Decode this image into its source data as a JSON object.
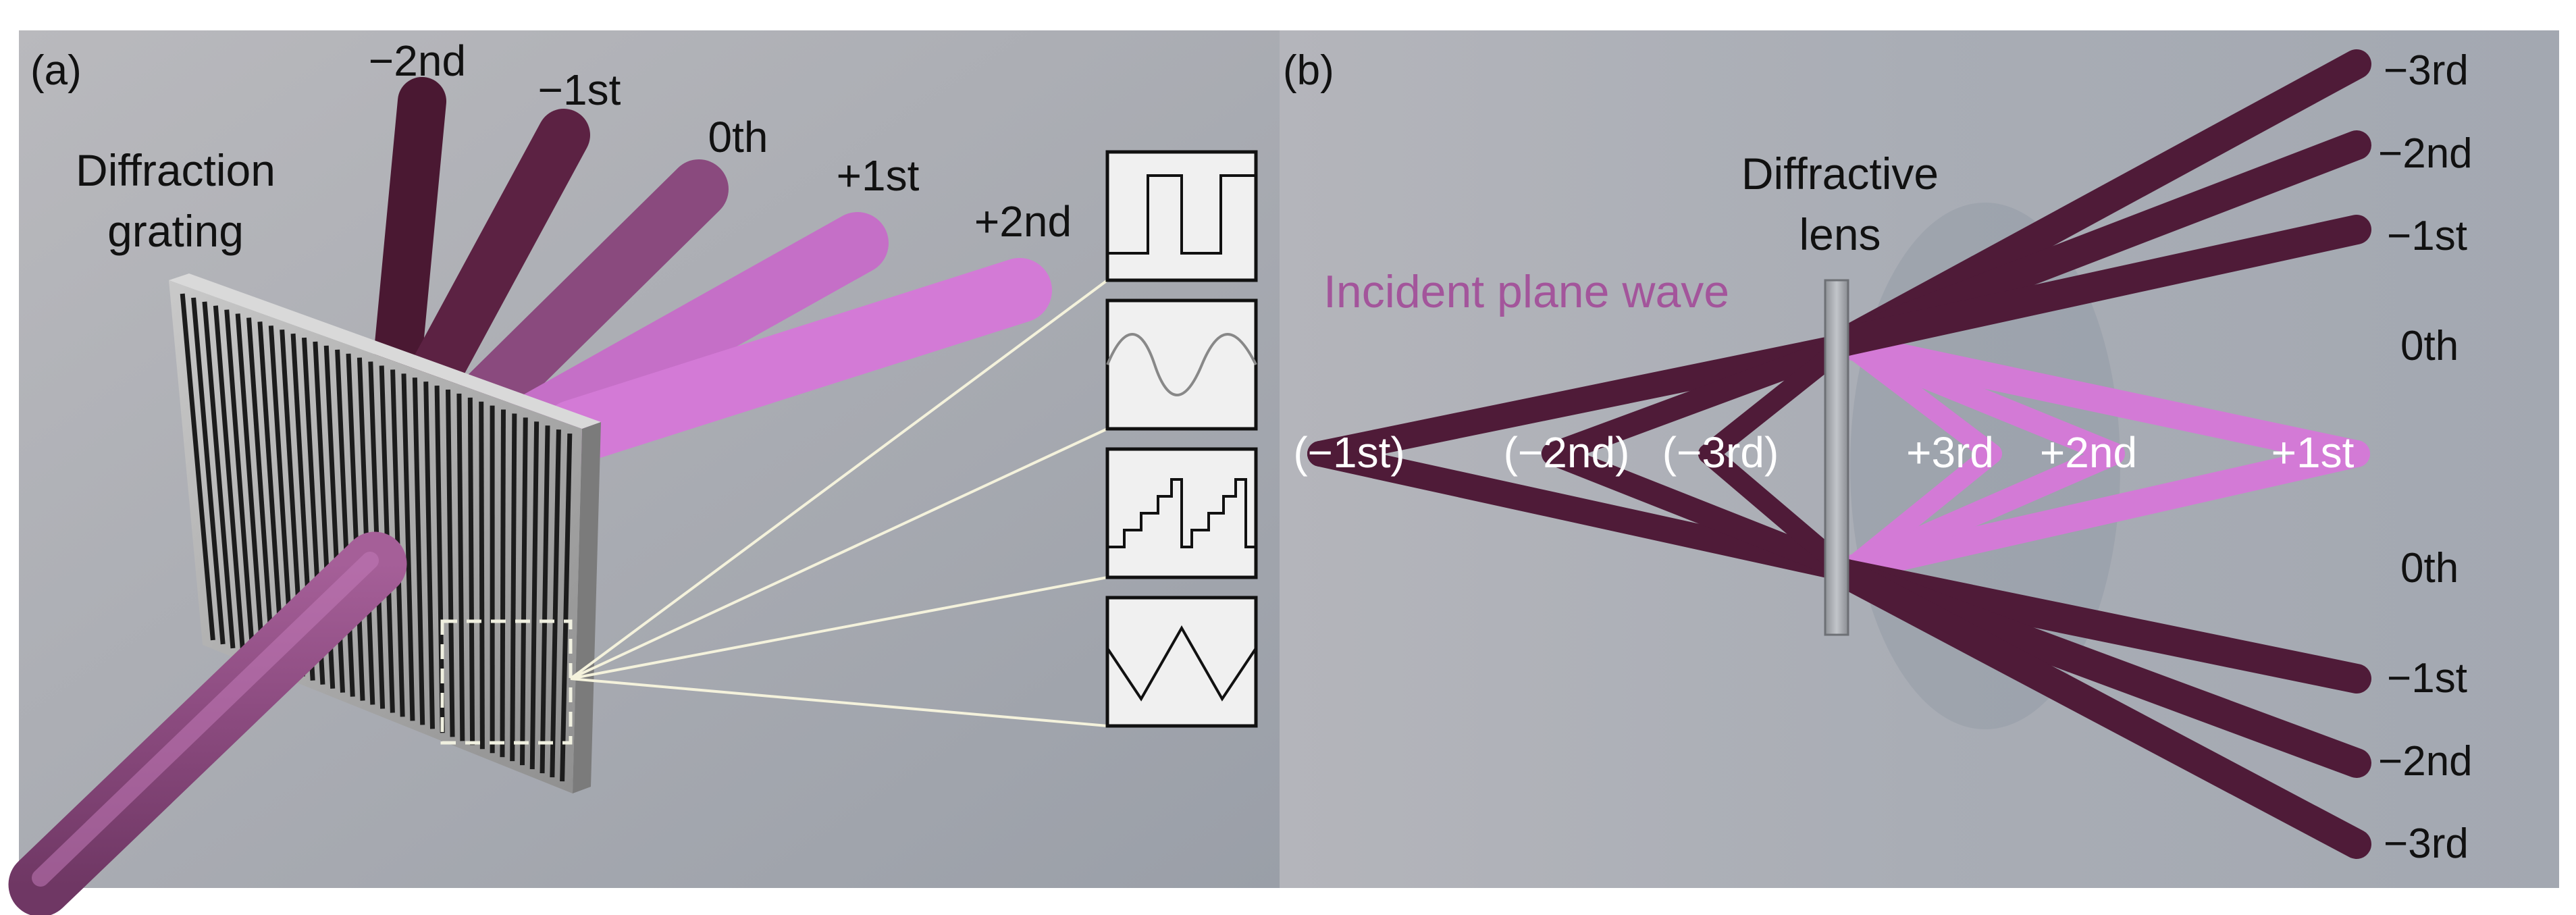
{
  "panel_a": {
    "panel_label": "(a)",
    "grating_label_line1": "Diffraction",
    "grating_label_line2": "grating",
    "orders": [
      "−2nd",
      "−1st",
      "0th",
      "+1st",
      "+2nd"
    ],
    "profiles": [
      "binary",
      "sinusoidal",
      "multilevel",
      "triangular"
    ]
  },
  "panel_b": {
    "panel_label": "(b)",
    "lens_label_line1": "Diffractive",
    "lens_label_line2": "lens",
    "incident_label": "Incident plane wave",
    "right_orders": [
      "−3rd",
      "−2nd",
      "−1st",
      "0th",
      "0th",
      "−1st",
      "−2nd",
      "−3rd"
    ],
    "virtual_foci": [
      "(−1st)",
      "(−2nd)",
      "(−3rd)"
    ],
    "real_foci": [
      "+3rd",
      "+2nd",
      "+1st"
    ]
  },
  "colors": {
    "dark_beam": "#4f1b38",
    "mid_beam": "#8a4a7e",
    "bright_beam": "#d37ad6",
    "incident_label": "#a3559b"
  }
}
